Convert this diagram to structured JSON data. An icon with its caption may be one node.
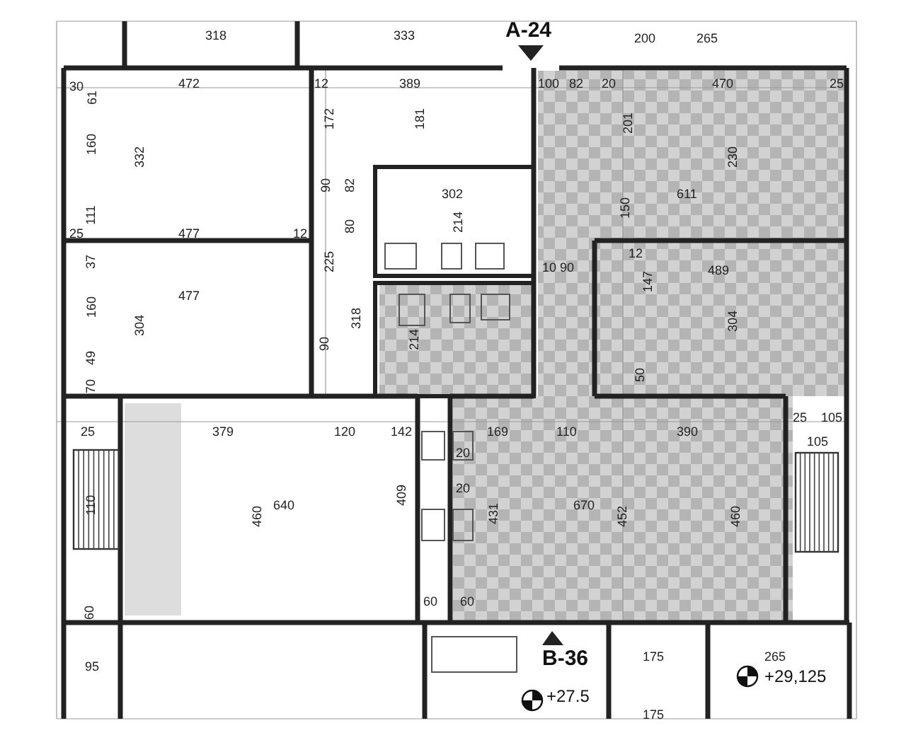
{
  "diagram": {
    "labels": [
      "318",
      "333",
      "A-24",
      "200",
      "265",
      "30",
      "61",
      "472",
      "12",
      "389",
      "100",
      "82",
      "20",
      "470",
      "25",
      "160",
      "332",
      "172",
      "181",
      "201",
      "230",
      "90",
      "82",
      "302",
      "611",
      "111",
      "150",
      "25",
      "477",
      "12",
      "80",
      "214",
      "12",
      "37",
      "225",
      "10 90",
      "147",
      "489",
      "477",
      "160",
      "304",
      "318",
      "214",
      "90",
      "304",
      "49",
      "50",
      "70",
      "25",
      "379",
      "120",
      "142",
      "169",
      "110",
      "390",
      "25",
      "105",
      "20",
      "20",
      "110",
      "640",
      "460",
      "409",
      "431",
      "670",
      "452",
      "460",
      "105",
      "60",
      "60",
      "60",
      "95",
      "B-36",
      "175",
      "265",
      "+27.5",
      "+29,125",
      "175"
    ]
  }
}
